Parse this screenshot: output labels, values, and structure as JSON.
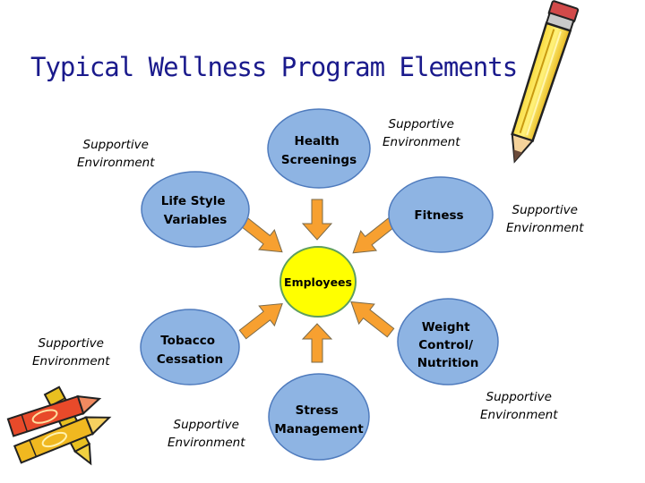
{
  "title": "Typical Wellness Program Elements",
  "center": "Employees",
  "elements": {
    "health": [
      "Health",
      "Screenings"
    ],
    "lifestyle": [
      "Life Style",
      "Variables"
    ],
    "fitness": [
      "Fitness"
    ],
    "tobacco": [
      "Tobacco",
      "Cessation"
    ],
    "weight": [
      "Weight",
      "Control/",
      "Nutrition"
    ],
    "stress": [
      "Stress",
      "Management"
    ]
  },
  "supportive_environment": [
    "Supportive",
    "Environment"
  ],
  "colors": {
    "ellipse": "#8eb4e3",
    "ellipse_border": "#4f7bbd",
    "center": "#ffff00",
    "center_border": "#5e9e5e",
    "arrow": "#f7a030",
    "arrow_border": "#7a6a4a",
    "title": "#1a1a8c"
  },
  "icons": [
    "pencil-icon",
    "crayons-icon"
  ]
}
